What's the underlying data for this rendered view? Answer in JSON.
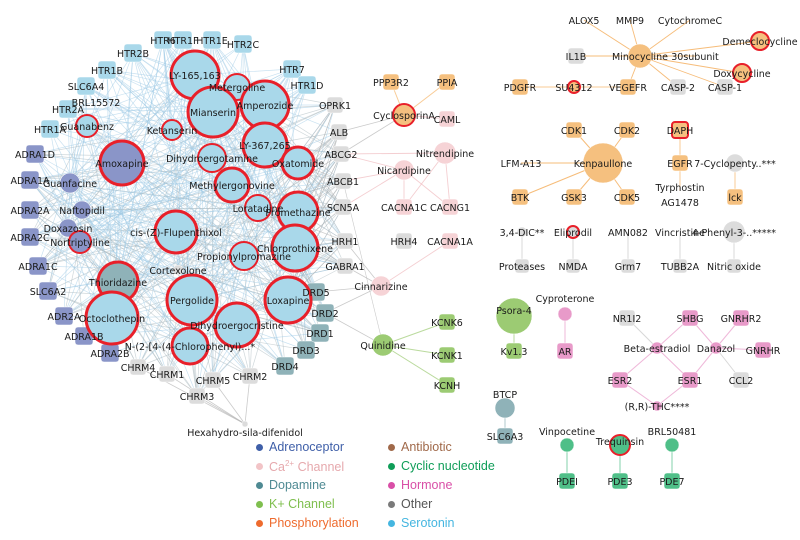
{
  "colors": {
    "serotonin": "#a9d8ea",
    "serotonin_edge": "#9fc6e0",
    "adrenoceptor": "#8a95c8",
    "dopamine": "#8fb2b8",
    "other": "#dcdcdc",
    "ca_channel": "#f6d3d6",
    "k_channel": "#9ccb73",
    "phosphorylation": "#f5c07f",
    "hormone": "#e89ac9",
    "cyclic_nucleotide": "#4fbf88",
    "drug_ring": "#e8202a"
  },
  "nodes": {
    "htr6": "HTR6",
    "htr1f": "HTR1F",
    "htr1e": "HTR1E",
    "htr2c": "HTR2C",
    "htr2b": "HTR2B",
    "htr1b": "HTR1B",
    "htr7": "HTR7",
    "htr1d": "HTR1D",
    "slc6a4": "SLC6A4",
    "brl15572": "BRL15572",
    "htr2a": "HTR2A",
    "htr1a": "HTR1A",
    "adra1d": "ADRA1D",
    "adra1a": "ADRA1A",
    "adra2a": "ADRA2A",
    "adra2c": "ADRA2C",
    "adra1c": "ADRA1C",
    "slc6a2": "SLC6A2",
    "adr2a": "ADR2A",
    "adra1b": "ADRA1B",
    "adra2b": "ADRA2B",
    "chrm4": "CHRM4",
    "chrm1": "CHRM1",
    "chrm5": "CHRM5",
    "chrm3": "CHRM3",
    "chrm2": "CHRM2",
    "drd4": "DRD4",
    "drd3": "DRD3",
    "drd1": "DRD1",
    "drd2": "DRD2",
    "drd5": "DRD5",
    "hexahydro": "Hexahydro-sila-difenidol",
    "oprk1": "OPRK1",
    "alb": "ALB",
    "abcg2": "ABCG2",
    "abcb1": "ABCB1",
    "scn5a": "SCN5A",
    "hrh1": "HRH1",
    "gabra1": "GABRA1",
    "hrh4": "HRH4",
    "cacna1c": "CACNA1C",
    "cacng1": "CACNG1",
    "cacna1a": "CACNA1A",
    "nitrendipine": "Nitrendipine",
    "nicardipine": "Nicardipine",
    "cinnarizine": "Cinnarizine",
    "quinidine": "Quinidine",
    "kcnk6": "KCNK6",
    "kcnk1": "KCNK1",
    "kcnh": "KCNH",
    "ppp3r2": "PPP3R2",
    "ppia": "PPIA",
    "cyclosporina": "CyclosporinA",
    "caml": "CAML",
    "ly165163": "LY-165,163",
    "metergoline": "Metergoline",
    "guanabenz": "Guanabenz",
    "ketanserin": "Ketanserin",
    "mianserin": "Mianserin",
    "amperozide": "Amperozide",
    "ly367265": "LY-367,265",
    "amoxapine": "Amoxapine",
    "dihydroergotamine": "Dihydroergotamine",
    "guanfacine": "Guanfacine",
    "oxatomide": "Oxatomide",
    "methylergonovine": "Methylergonovine",
    "naftopidil": "Naftopidil",
    "loratadine": "Loratadine",
    "doxazosin": "Doxazosin",
    "nortriptyline": "Nortriptyline",
    "promethazine": "Promethazine",
    "flupenthixol": "cis-(Z)-Flupenthixol",
    "chlorprothixene": "Chlorprothixene",
    "propionylpromazine": "Propionylpromazine",
    "cortexolone": "Cortexolone",
    "thioridazine": "Thioridazine",
    "pergolide": "Pergolide",
    "loxapine": "Loxapine",
    "octoclothepin": "Octoclothepin",
    "dihydroergocristine": "Dihydroergocristine",
    "n2": "N-(2-[4-(4-Chlorophenyl)...*",
    "alox5": "ALOX5",
    "mmp9": "MMP9",
    "cytochromec": "CytochromeC",
    "demeclocycline": "Demeclocycline",
    "il1b": "IL1B",
    "minocycline": "Minocycline",
    "s30subunit": "30subunit",
    "doxycycline": "Doxycycline",
    "pdgfr": "PDGFR",
    "su4312": "SU4312",
    "vegefr": "VEGEFR",
    "casp2": "CASP-2",
    "casp1": "CASP-1",
    "cdk1": "CDK1",
    "cdk2": "CDK2",
    "daph": "DAPH",
    "lfma13": "LFM-A13",
    "kenpaullone": "Kenpaullone",
    "egfr": "EGFR",
    "cyclopenty": "7-Cyclopenty..***",
    "btk": "BTK",
    "gsk3": "GSK3",
    "cdk5": "CDK5",
    "tyrphostin": "Tyrphostin",
    "ag1478": "AG1478",
    "lck": "lck",
    "dic": "3,4-DIC**",
    "eliprodil": "Eliprodil",
    "amn082": "AMN082",
    "vincristine": "Vincristine",
    "phenyl": "4-Phenyl-3-..*****",
    "proteases": "Proteases",
    "nmda": "NMDA",
    "grm7": "Grm7",
    "tubb2a": "TUBB2A",
    "nitricoxide": "Nitric oxide",
    "psora4": "Psora-4",
    "kv13": "Kv1.3",
    "cyproterone": "Cyproterone",
    "ar": "AR",
    "nr1i2": "NR1I2",
    "shbg": "SHBG",
    "gnrhr2": "GNRHR2",
    "betaestradiol": "Beta-estradiol",
    "danazol": "Danazol",
    "gnrhr": "GNRHR",
    "esr2": "ESR2",
    "esr1": "ESR1",
    "ccl2": "CCL2",
    "thc": "(R,R)-THC****",
    "btcp": "BTCP",
    "slc6a3": "SLC6A3",
    "vinpocetine": "Vinpocetine",
    "trequinsin": "Trequinsin",
    "brl50481": "BRL50481",
    "pdei": "PDEI",
    "pde3": "PDE3",
    "pde7": "PDE7"
  },
  "legend": [
    {
      "label": "Adrenoceptor",
      "color": "#3f5fa8",
      "text_color": "#3f5fa8"
    },
    {
      "label": "Antibiotic",
      "color": "#a0694a",
      "text_color": "#a0694a"
    },
    {
      "label": "Ca",
      "sup": "2+",
      "rest": " Channel",
      "color": "#f2c4c7",
      "text_color": "#e6a9ad"
    },
    {
      "label": "Cyclic nucleotide",
      "color": "#0f9d58",
      "text_color": "#0f9d58"
    },
    {
      "label": "Dopamine",
      "color": "#4f8a93",
      "text_color": "#4f8a93"
    },
    {
      "label": "Hormone",
      "color": "#d94fa7",
      "text_color": "#d94fa7"
    },
    {
      "label": "K+ Channel",
      "color": "#7fbf4f",
      "text_color": "#7fbf4f"
    },
    {
      "label": "Other",
      "color": "#7a7a7a",
      "text_color": "#555555"
    },
    {
      "label": "Phosphorylation",
      "color": "#ee6b2e",
      "text_color": "#ee6b2e"
    },
    {
      "label": "Serotonin",
      "color": "#45b6e0",
      "text_color": "#45b6e0"
    }
  ]
}
